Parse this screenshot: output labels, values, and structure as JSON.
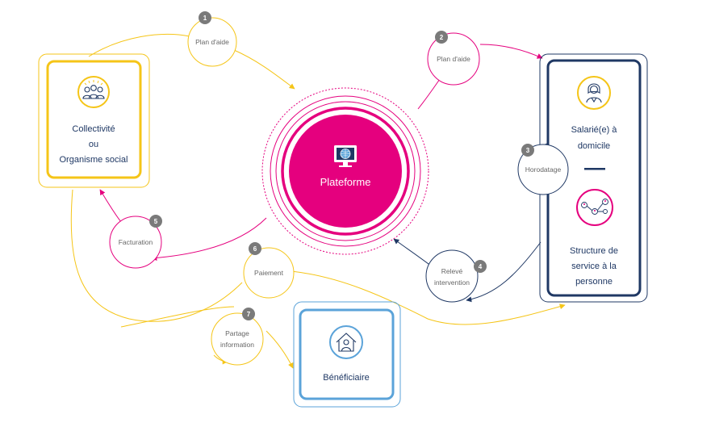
{
  "colors": {
    "yellow": "#F5C518",
    "magenta": "#E5007E",
    "navy": "#1F3864",
    "blue": "#5BA3D9",
    "grey": "#7A7A7A"
  },
  "platform": {
    "label": "Plateforme",
    "icon": "monitor-globe-icon"
  },
  "collectivite": {
    "line1": "Collectivité",
    "line2": "ou",
    "line3": "Organisme social",
    "icon": "group-people-icon"
  },
  "salarie": {
    "line1": "Salarié(e) à",
    "line2": "domicile",
    "icon": "person-icon"
  },
  "structure": {
    "line1": "Structure de",
    "line2": "service à la",
    "line3": "personne",
    "icon": "network-people-icon"
  },
  "beneficiaire": {
    "label": "Bénéficiaire",
    "icon": "home-person-icon"
  },
  "steps": [
    {
      "num": "1",
      "line1": "Plan d'aide",
      "line2": ""
    },
    {
      "num": "2",
      "line1": "Plan d'aide",
      "line2": ""
    },
    {
      "num": "3",
      "line1": "Horodatage",
      "line2": ""
    },
    {
      "num": "4",
      "line1": "Relevé",
      "line2": "intervention"
    },
    {
      "num": "5",
      "line1": "Facturation",
      "line2": ""
    },
    {
      "num": "6",
      "line1": "Paiement",
      "line2": ""
    },
    {
      "num": "7",
      "line1": "Partage",
      "line2": "information"
    }
  ]
}
